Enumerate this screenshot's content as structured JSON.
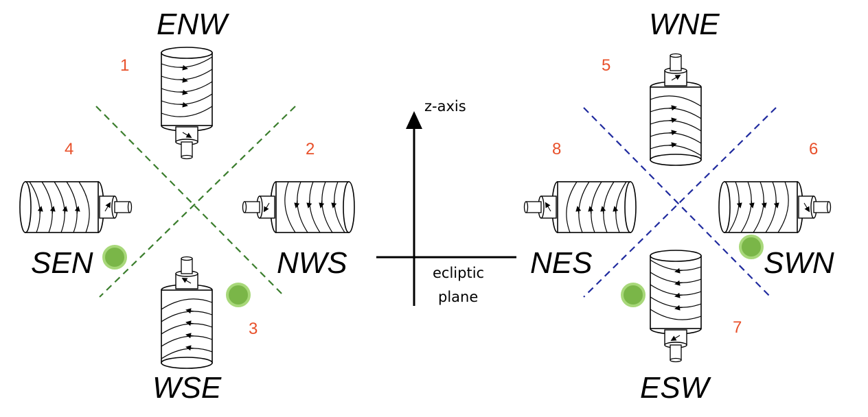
{
  "left_group": {
    "divider_color": "#3a7d2c",
    "labels": {
      "top": "ENW",
      "right": "NWS",
      "bottom": "WSE",
      "left": "SEN"
    },
    "numbers": {
      "top": "1",
      "right": "2",
      "bottom": "3",
      "left": "4"
    }
  },
  "right_group": {
    "divider_color": "#1f2a9e",
    "labels": {
      "top": "WNE",
      "right": "SWN",
      "bottom": "ESW",
      "left": "NES"
    },
    "numbers": {
      "top": "5",
      "right": "6",
      "bottom": "7",
      "left": "8"
    }
  },
  "axes": {
    "vertical_label": "z-axis",
    "horizontal_label_line1": "ecliptic",
    "horizontal_label_line2": "plane"
  },
  "colors": {
    "number": "#e8502a",
    "marker": "#7ab648",
    "marker_ring": "#a8d87a"
  }
}
